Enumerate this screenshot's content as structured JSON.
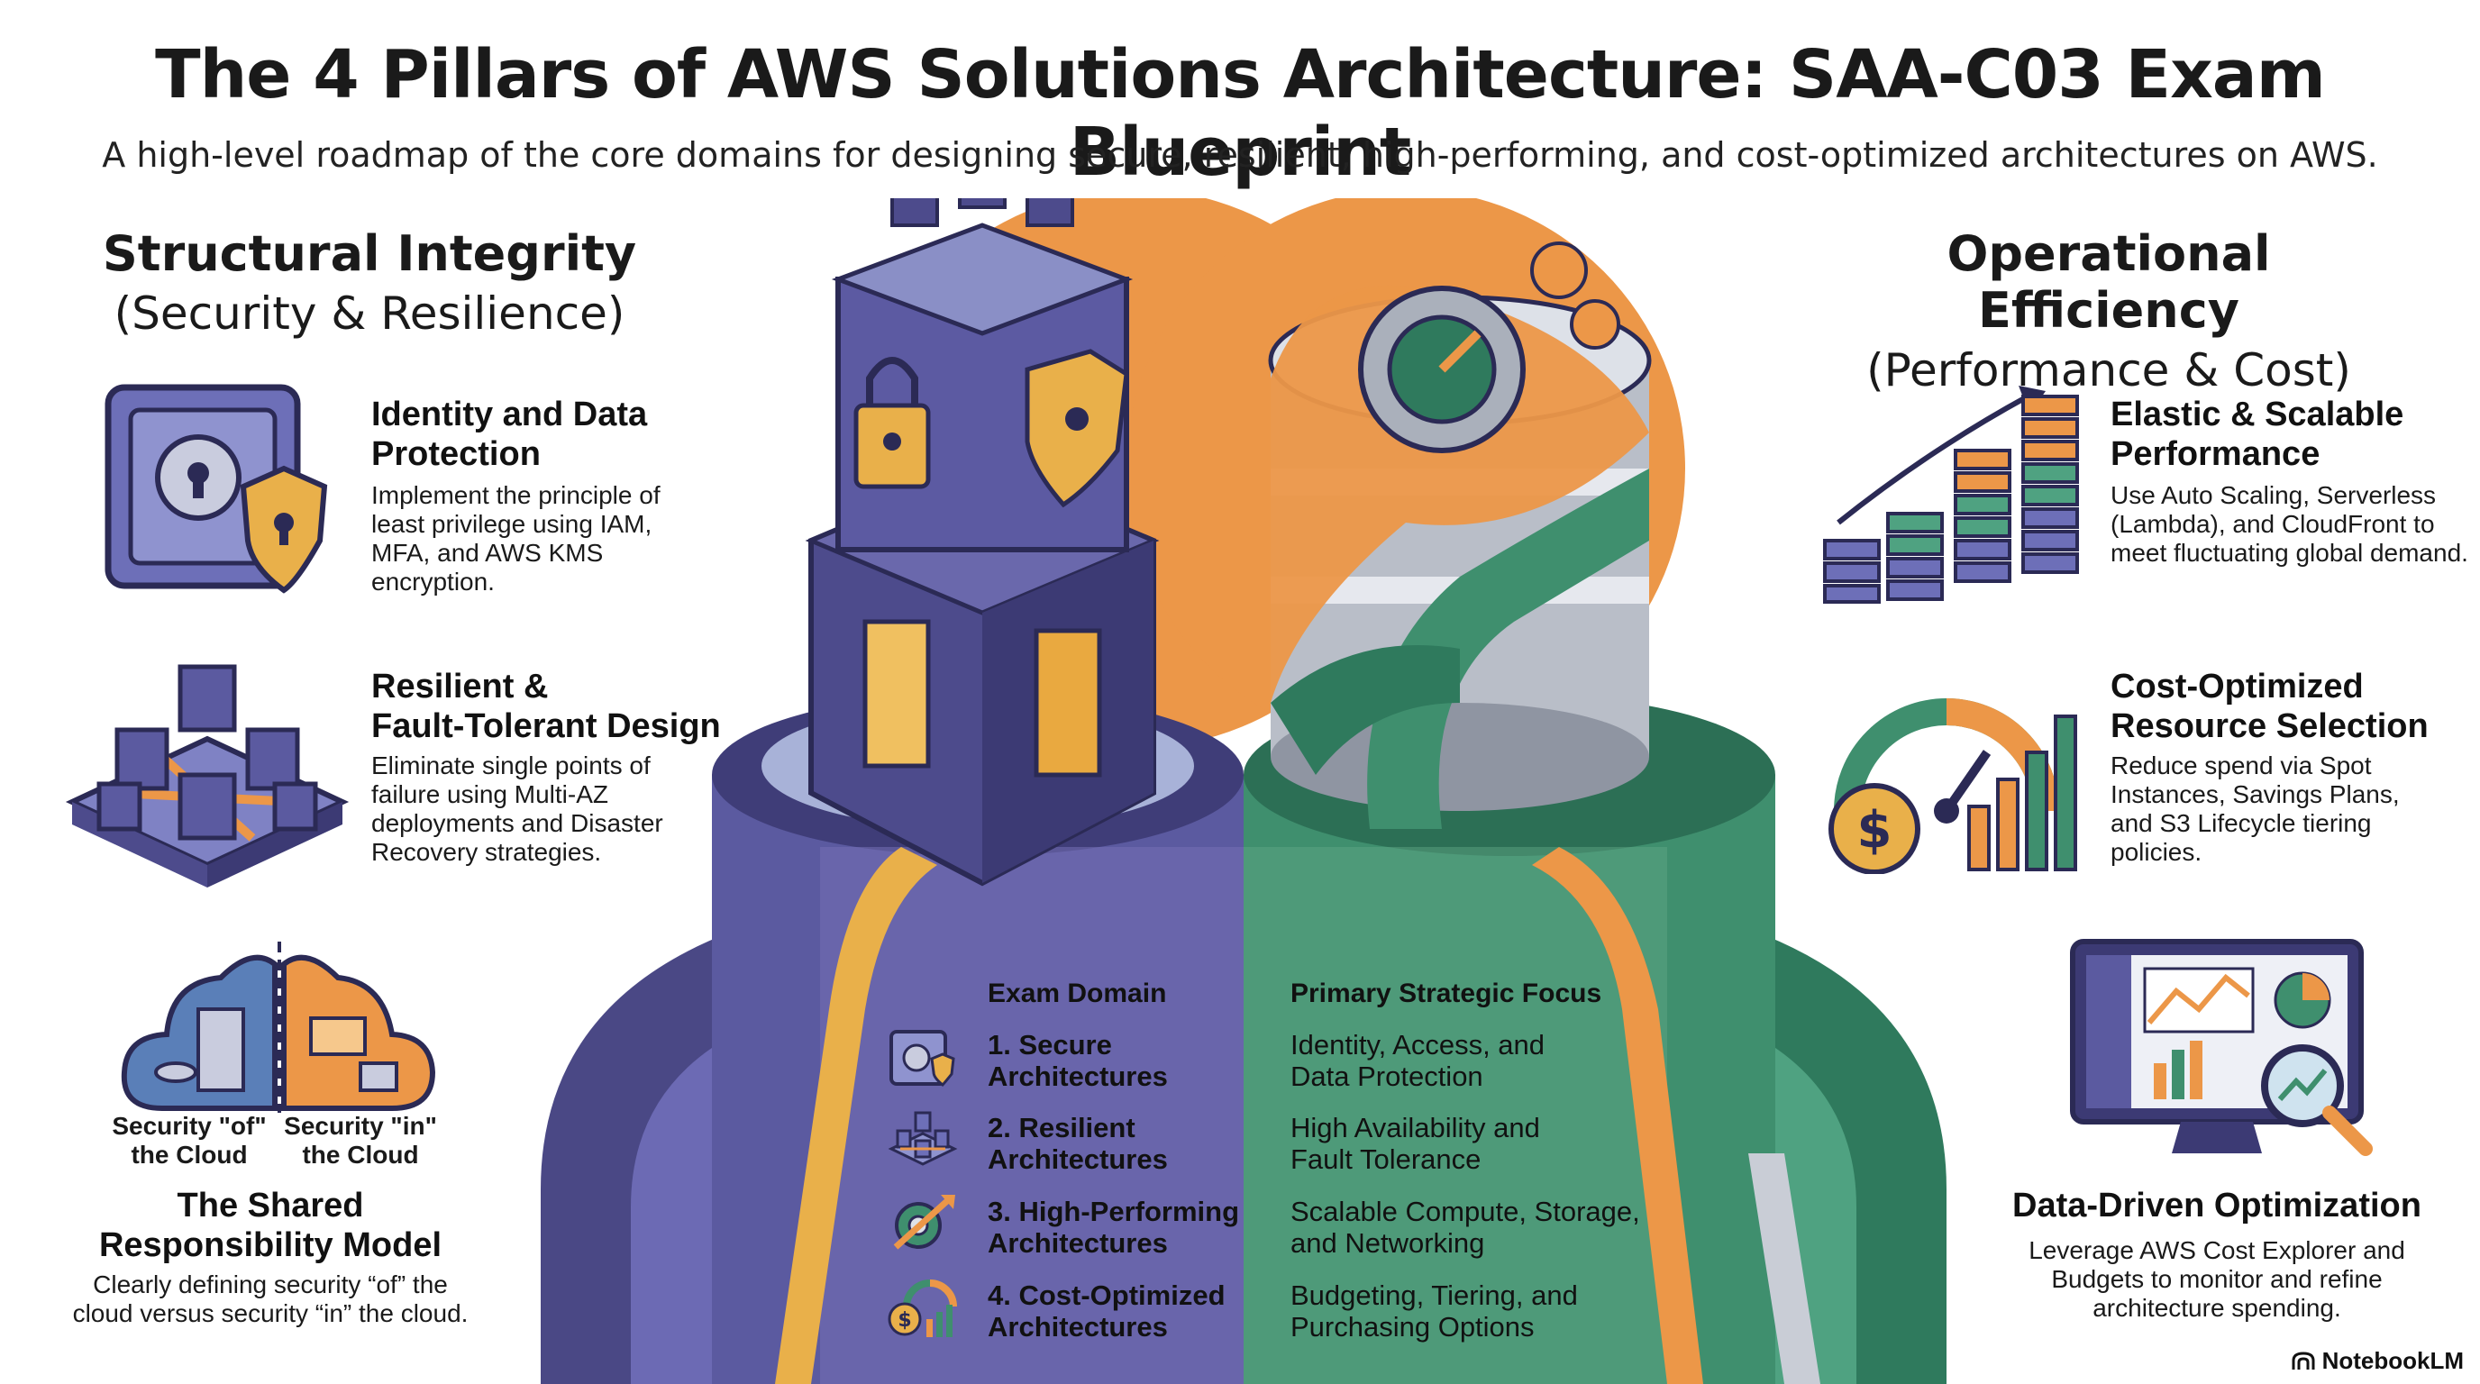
{
  "title": "The 4 Pillars of AWS Solutions Architecture: SAA-C03 Exam Blueprint",
  "subtitle": "A high-level roadmap of the core domains for designing secure, resilient, high-performing, and cost-optimized architectures on AWS.",
  "left_pillar": {
    "heading": "Structural Integrity",
    "subheading": "(Security & Resilience)",
    "items": [
      {
        "title_lines": [
          "Identity and Data",
          "Protection"
        ],
        "desc_lines": [
          "Implement the principle of",
          "least privilege using IAM,",
          "MFA, and AWS KMS",
          "encryption."
        ],
        "icon": "safe-shield-icon"
      },
      {
        "title_lines": [
          "Resilient &",
          "Fault-Tolerant Design"
        ],
        "desc_lines": [
          "Eliminate single points of",
          "failure using Multi-AZ",
          "deployments and Disaster",
          "Recovery strategies."
        ],
        "icon": "network-cubes-icon"
      }
    ],
    "shared": {
      "cloud_label_of": [
        "Security \"of\"",
        "the Cloud"
      ],
      "cloud_label_in": [
        "Security \"in\"",
        "the Cloud"
      ],
      "title_lines": [
        "The Shared",
        "Responsibility Model"
      ],
      "desc_lines": [
        "Clearly defining security “of” the",
        "cloud versus security “in” the cloud."
      ]
    }
  },
  "right_pillar": {
    "heading": "Operational Efficiency",
    "subheading": "(Performance & Cost)",
    "items": [
      {
        "title_lines": [
          "Elastic & Scalable",
          "Performance"
        ],
        "desc_lines": [
          "Use Auto Scaling, Serverless",
          "(Lambda), and CloudFront to",
          "meet fluctuating global demand."
        ],
        "icon": "scaling-servers-icon"
      },
      {
        "title_lines": [
          "Cost-Optimized",
          "Resource Selection"
        ],
        "desc_lines": [
          "Reduce spend via Spot",
          "Instances, Savings Plans,",
          "and S3 Lifecycle tiering",
          "policies."
        ],
        "icon": "gauge-coin-icon"
      }
    ],
    "data_driven": {
      "title": "Data-Driven Optimization",
      "desc_lines": [
        "Leverage AWS Cost Explorer and",
        "Budgets to monitor and refine",
        "architecture spending."
      ]
    }
  },
  "table": {
    "col_domain": "Exam Domain",
    "col_focus": "Primary Strategic Focus",
    "rows": [
      {
        "domain_lines": [
          "1. Secure",
          "Architectures"
        ],
        "focus_lines": [
          "Identity, Access, and",
          "Data Protection"
        ],
        "icon": "safe-icon"
      },
      {
        "domain_lines": [
          "2. Resilient",
          "Architectures"
        ],
        "focus_lines": [
          "High Availability and",
          "Fault Tolerance"
        ],
        "icon": "cubes-icon"
      },
      {
        "domain_lines": [
          "3. High-Performing",
          "Architectures"
        ],
        "focus_lines": [
          "Scalable Compute, Storage,",
          "and Networking"
        ],
        "icon": "gear-arrow-icon"
      },
      {
        "domain_lines": [
          "4. Cost-Optimized",
          "Architectures"
        ],
        "focus_lines": [
          "Budgeting, Tiering, and",
          "Purchasing Options"
        ],
        "icon": "coin-gauge-icon"
      }
    ]
  },
  "brand": "NotebookLM",
  "colors": {
    "purple": "#5b5aa0",
    "green": "#3f8f6e",
    "orange": "#ec9748",
    "gold": "#e9b04a"
  }
}
